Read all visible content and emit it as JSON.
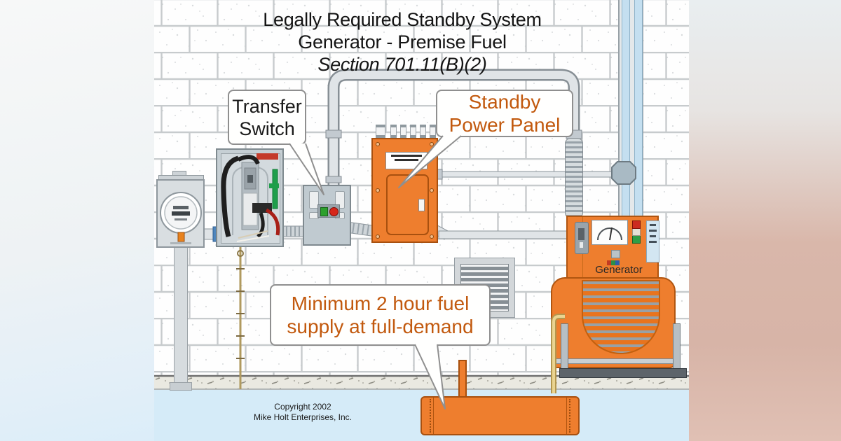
{
  "header": {
    "title_line1": "Legally Required Standby System",
    "title_line2": "Generator - Premise Fuel",
    "title_line3": "Section 701.11(B)(2)"
  },
  "callouts": {
    "transfer_switch": {
      "lines": [
        "Transfer",
        "Switch"
      ]
    },
    "standby_power_panel": {
      "lines": [
        "Standby",
        "Power Panel"
      ]
    },
    "fuel_supply": {
      "lines": [
        "Minimum 2 hour fuel",
        "supply at full-demand"
      ]
    }
  },
  "equipment": {
    "generator_label": "Generator"
  },
  "footer": {
    "copyright": "Copyright 2002",
    "company": "Mike Holt Enterprises, Inc."
  },
  "colors": {
    "brand_orange": "#EE7E2E",
    "orange_outline": "#A8500F",
    "callout_text_orange": "#C2590E",
    "callout_border": "#8F8F8F",
    "wall_mortar": "#C7CBCD",
    "conduit_gray": "#DFE3E6",
    "exhaust_blue": "#C4DFF0",
    "underground_blue": "#D5EBF8",
    "indicator_green": "#2E9E46",
    "indicator_red": "#CC2B20",
    "ground_wire_tan": "#B09A5F"
  }
}
